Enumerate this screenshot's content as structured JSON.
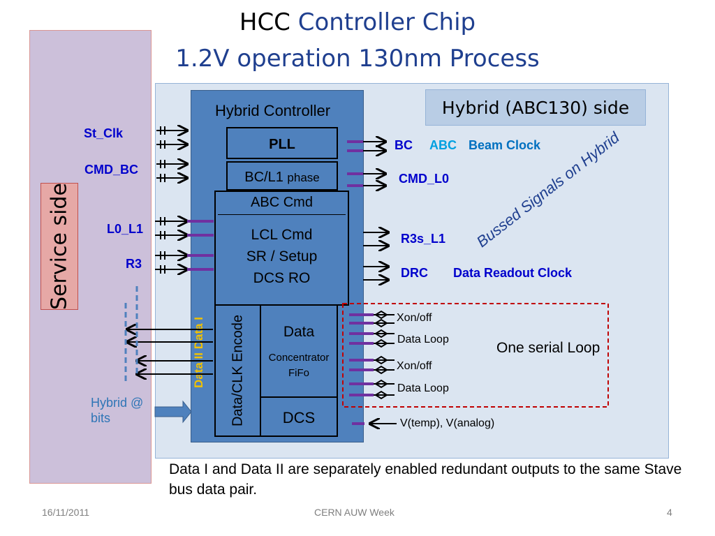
{
  "title": {
    "line1_lead": "HCC",
    "line1_rest": "Controller Chip",
    "line2": "1.2V operation  130nm Process"
  },
  "service_side": {
    "label": "Service side"
  },
  "hybrid_side": {
    "label": "Hybrid (ABC130) side"
  },
  "chip": {
    "title": "Hybrid Controller",
    "pll": "PLL",
    "bcl1_main": "BC/L1",
    "bcl1_small": "phase",
    "abc_cmd": "ABC Cmd",
    "lcl_lines": [
      "LCL Cmd",
      "SR / Setup",
      "DCS RO"
    ],
    "encode": "Data/CLK Encode",
    "data_concentrator": [
      "Data",
      "Concentrator",
      "FiFo"
    ],
    "dcs": "DCS"
  },
  "data_ii_i": "Data II  Data I",
  "service_signals": {
    "st_clk": "St_Clk",
    "cmd_bc": "CMD_BC",
    "l0_l1": "L0_L1",
    "r3": "R3"
  },
  "hybrid_signals": {
    "bc": "BC",
    "abc": "ABC",
    "beam_clock": "Beam Clock",
    "cmd_l0": "CMD_L0",
    "r3s_l1": "R3s_L1",
    "drc": "DRC",
    "data_readout_clock": "Data Readout Clock",
    "bussed": "Bussed Signals on Hybrid",
    "xon_off_1": "Xon/off",
    "data_loop_1": "Data Loop",
    "xon_off_2": "Xon/off",
    "data_loop_2": "Data Loop",
    "one_serial_loop": "One serial Loop",
    "vtemp": "V(temp), V(analog)"
  },
  "hybrid_bits": [
    "Hybrid @",
    "bits"
  ],
  "note": "Data I and Data II  are separately enabled  redundant outputs to the same Stave bus data pair.",
  "footer": {
    "date": "16/11/2011",
    "event": "CERN AUW Week",
    "page": "4"
  },
  "colors": {
    "service_panel": "#ccc0da",
    "hybrid_panel": "#dbe5f1",
    "chip": "#4f81bd",
    "signal_blue": "#0000cc",
    "purple_stub": "#7030a0",
    "dashed_red": "#c00000"
  }
}
